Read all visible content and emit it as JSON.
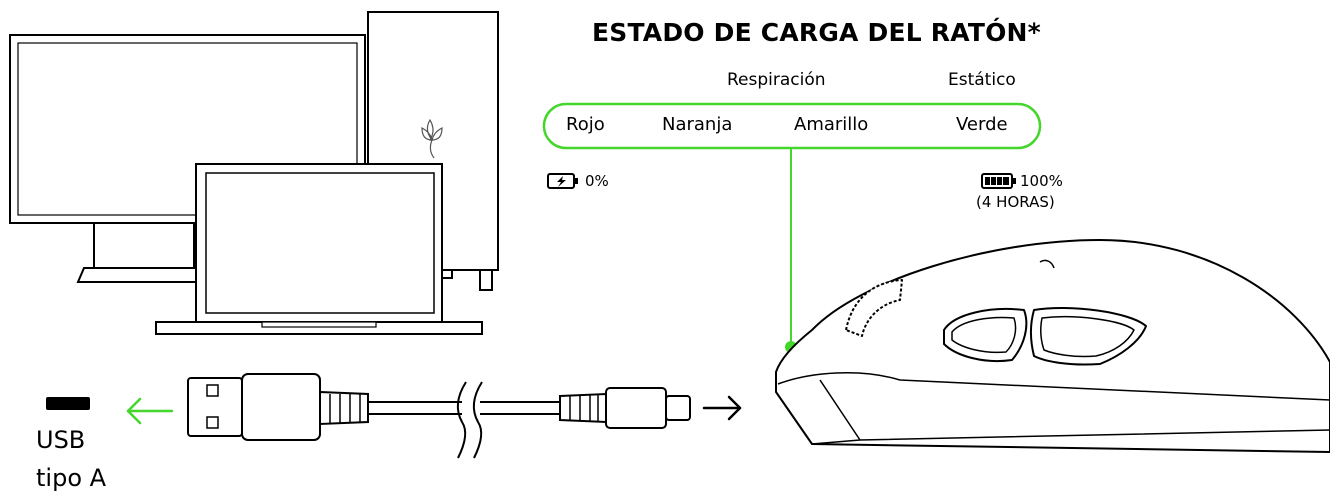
{
  "title": "ESTADO DE CARGA DEL RATÓN*",
  "modes": {
    "breathing": "Respiración",
    "static": "Estático"
  },
  "status_colors": [
    "Rojo",
    "Naranja",
    "Amarillo",
    "Verde"
  ],
  "battery": {
    "empty_label": "0%",
    "full_label": "100%",
    "full_time": "(4 HORAS)"
  },
  "usb": {
    "line1": "USB",
    "line2": "tipo A"
  },
  "colors": {
    "accent_green": "#44d62c",
    "ink": "#000000"
  },
  "icons": [
    "monitor-icon",
    "desktop-tower-icon",
    "laptop-icon",
    "razer-logo-icon",
    "usb-port-icon",
    "usb-cable-icon",
    "mouse-icon",
    "battery-empty-icon",
    "battery-full-icon",
    "arrow-left-icon",
    "arrow-right-icon"
  ]
}
